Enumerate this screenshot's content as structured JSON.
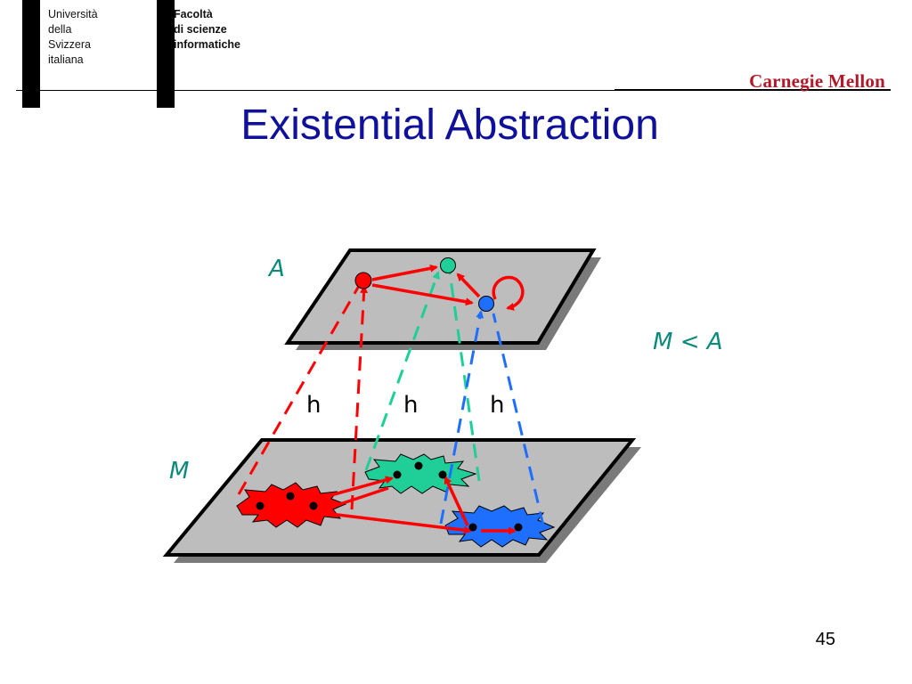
{
  "header": {
    "university_lines": [
      "Università",
      "della",
      "Svizzera",
      "italiana"
    ],
    "faculty_lines": [
      "Facoltà",
      "di scienze",
      "informatiche"
    ],
    "cmu_logo_text": "Carnegie Mellon"
  },
  "slide": {
    "title": "Existential Abstraction",
    "page_number": "45"
  },
  "diagram": {
    "label_abstract": "A",
    "label_concrete": "M",
    "relation": "M < A",
    "mapping_labels": [
      "h",
      "h",
      "h"
    ],
    "colors": {
      "red": "#ff0000",
      "green": "#1fcf97",
      "blue": "#1f6fff",
      "plane": "#bdbdbd",
      "shadow": "#7a7a7a",
      "label": "#0a8a7a",
      "title": "#10119a",
      "cmu": "#b01a2a"
    }
  }
}
